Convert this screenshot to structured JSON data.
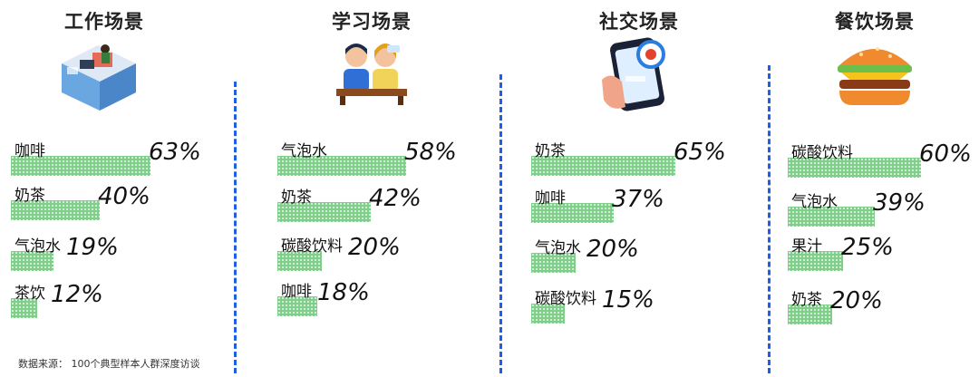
{
  "footnote": "数据来源： 100个典型样本人群深度访谈",
  "chart_data": [
    {
      "type": "bar",
      "title": "工作场景",
      "categories": [
        "咖啡",
        "奶茶",
        "气泡水",
        "茶饮"
      ],
      "values": [
        63,
        40,
        19,
        12
      ],
      "value_labels": [
        "63%",
        "40%",
        "19%",
        "12%"
      ],
      "unit": "%",
      "orientation": "horizontal",
      "bar_color": "#7fcf8a"
    },
    {
      "type": "bar",
      "title": "学习场景",
      "categories": [
        "气泡水",
        "奶茶",
        "碳酸饮料",
        "咖啡"
      ],
      "values": [
        58,
        42,
        20,
        18
      ],
      "value_labels": [
        "58%",
        "42%",
        "20%",
        "18%"
      ],
      "unit": "%",
      "orientation": "horizontal",
      "bar_color": "#7fcf8a"
    },
    {
      "type": "bar",
      "title": "社交场景",
      "categories": [
        "奶茶",
        "咖啡",
        "气泡水",
        "碳酸饮料"
      ],
      "values": [
        65,
        37,
        20,
        15
      ],
      "value_labels": [
        "65%",
        "37%",
        "20%",
        "15%"
      ],
      "unit": "%",
      "orientation": "horizontal",
      "bar_color": "#7fcf8a"
    },
    {
      "type": "bar",
      "title": "餐饮场景",
      "categories": [
        "碳酸饮料",
        "气泡水",
        "果汁",
        "奶茶"
      ],
      "values": [
        60,
        39,
        25,
        20
      ],
      "value_labels": [
        "60%",
        "39%",
        "25%",
        "20%"
      ],
      "unit": "%",
      "orientation": "horizontal",
      "bar_color": "#7fcf8a"
    }
  ],
  "icons": [
    "office-cubicle-icon",
    "students-studying-icon",
    "phone-social-icon",
    "hamburger-icon"
  ],
  "colors": {
    "bar": "#7fcf8a",
    "divider": "#1f5ee6"
  }
}
